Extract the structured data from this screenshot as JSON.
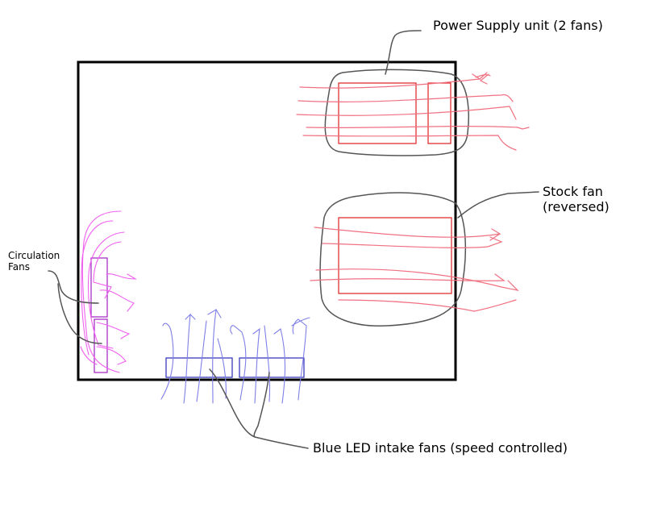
{
  "labels": {
    "psu": "Power Supply unit (2 fans)",
    "stock_fan_line1": "Stock fan",
    "stock_fan_line2": "(reversed)",
    "circulation_line1": "Circulation",
    "circulation_line2": "Fans",
    "intake": "Blue LED intake fans (speed controlled)"
  },
  "colors": {
    "case_outline": "#000000",
    "exhaust_fan": "#e02020",
    "exhaust_airflow": "#f07080",
    "intake_fan": "#2a2ab8",
    "intake_airflow": "#7f7fe8",
    "circulation_fan": "#a020c0",
    "circulation_airflow": "#f060f0",
    "callout": "#555555"
  }
}
